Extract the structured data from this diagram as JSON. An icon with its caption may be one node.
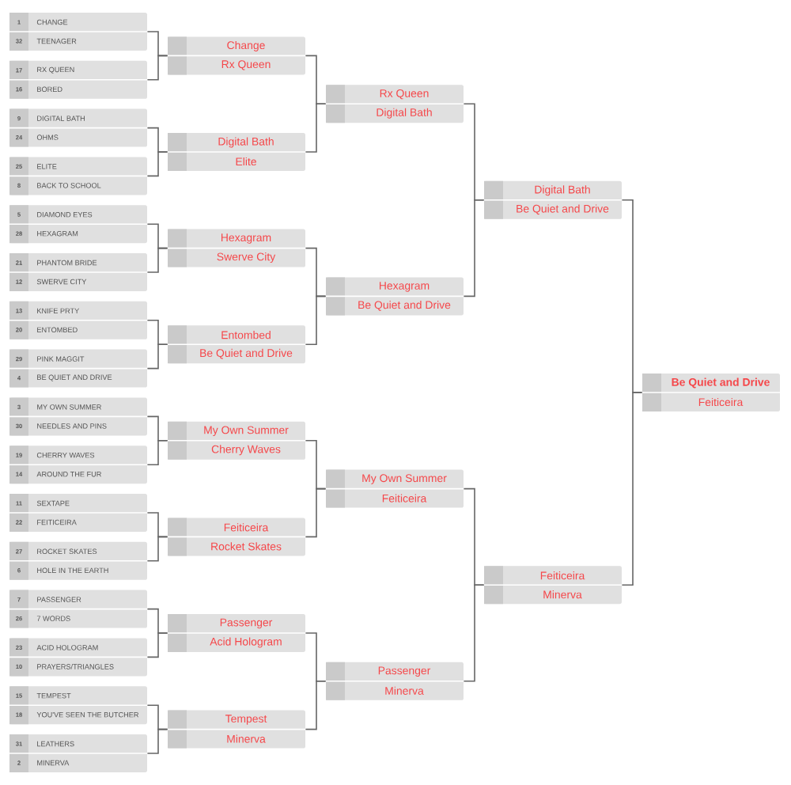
{
  "diagram": {
    "nodes": [
      {
        "text": [
          "1",
          "CHANGE",
          "32",
          "TEENAGER"
        ]
      },
      {
        "text": [
          "17",
          "RX QUEEN",
          "16",
          "BORED"
        ]
      },
      {
        "text": [
          "9",
          "DIGITAL BATH",
          "24",
          "OHMS"
        ]
      },
      {
        "text": [
          "25",
          "ELITE",
          "8",
          "BACK TO SCHOOL"
        ]
      },
      {
        "text": [
          "5",
          "DIAMOND EYES",
          "28",
          "HEXAGRAM"
        ]
      },
      {
        "text": [
          "21",
          "PHANTOM BRIDE",
          "12",
          "SWERVE CITY"
        ]
      },
      {
        "text": [
          "13",
          "KNIFE PRTY",
          "20",
          "ENTOMBED"
        ]
      },
      {
        "text": [
          "29",
          "PINK MAGGIT",
          "4",
          "BE QUIET AND DRIVE"
        ]
      },
      {
        "text": [
          "3",
          "MY OWN SUMMER",
          "30",
          "NEEDLES AND PINS"
        ]
      },
      {
        "text": [
          "19",
          "CHERRY WAVES",
          "14",
          "AROUND THE FUR"
        ]
      },
      {
        "text": [
          "11",
          "SEXTAPE",
          "22",
          "FEITICEIRA"
        ]
      },
      {
        "text": [
          "27",
          "ROCKET SKATES",
          "6",
          "HOLE IN THE EARTH"
        ]
      },
      {
        "text": [
          "7",
          "PASSENGER",
          "26",
          "7 WORDS"
        ]
      },
      {
        "text": [
          "23",
          "ACID HOLOGRAM",
          "10",
          "PRAYERS/TRIANGLES"
        ]
      },
      {
        "text": [
          "15",
          "TEMPEST",
          "18",
          "YOU'VE SEEN THE BUTCHER"
        ]
      },
      {
        "text": [
          "31",
          "LEATHERS",
          "2",
          "MINERVA"
        ]
      },
      {
        "text": [
          "Change",
          "Rx Queen"
        ]
      },
      {
        "text": [
          "Digital Bath",
          "Elite"
        ]
      },
      {
        "text": [
          "Hexagram",
          "Swerve City"
        ]
      },
      {
        "text": [
          "Entombed",
          "Be Quiet and Drive"
        ]
      },
      {
        "text": [
          "My Own Summer",
          "Cherry Waves"
        ]
      },
      {
        "text": [
          "Feiticeira",
          "Rocket Skates"
        ]
      },
      {
        "text": [
          "Passenger",
          "Acid Hologram"
        ]
      },
      {
        "text": [
          "Tempest",
          "Minerva"
        ]
      },
      {
        "text": [
          "Rx Queen",
          "Digital Bath"
        ]
      },
      {
        "text": [
          "Hexagram",
          "Be Quiet and Drive"
        ]
      },
      {
        "text": [
          "My Own Summer",
          "Feiticeira"
        ]
      },
      {
        "text": [
          "Passenger",
          "Minerva"
        ]
      },
      {
        "text": [
          "Digital Bath",
          "Be Quiet and Drive"
        ]
      },
      {
        "text": [
          "Feiticeira",
          "Minerva"
        ]
      },
      {
        "text": [
          "Be Quiet and Drive",
          "Feiticeira"
        ]
      }
    ],
    "edges": [
      {
        "from": 0,
        "to": 16,
        "arrow": "none"
      },
      {
        "from": 1,
        "to": 16,
        "arrow": "none"
      },
      {
        "from": 2,
        "to": 17,
        "arrow": "none"
      },
      {
        "from": 3,
        "to": 17,
        "arrow": "none"
      },
      {
        "from": 4,
        "to": 18,
        "arrow": "none"
      },
      {
        "from": 5,
        "to": 18,
        "arrow": "none"
      },
      {
        "from": 6,
        "to": 19,
        "arrow": "none"
      },
      {
        "from": 7,
        "to": 19,
        "arrow": "none"
      },
      {
        "from": 8,
        "to": 20,
        "arrow": "none"
      },
      {
        "from": 9,
        "to": 20,
        "arrow": "none"
      },
      {
        "from": 10,
        "to": 21,
        "arrow": "none"
      },
      {
        "from": 11,
        "to": 21,
        "arrow": "none"
      },
      {
        "from": 12,
        "to": 22,
        "arrow": "none"
      },
      {
        "from": 13,
        "to": 22,
        "arrow": "none"
      },
      {
        "from": 14,
        "to": 23,
        "arrow": "none"
      },
      {
        "from": 15,
        "to": 23,
        "arrow": "none"
      },
      {
        "from": 16,
        "to": 24,
        "arrow": "none"
      },
      {
        "from": 17,
        "to": 24,
        "arrow": "none"
      },
      {
        "from": 18,
        "to": 25,
        "arrow": "none"
      },
      {
        "from": 19,
        "to": 25,
        "arrow": "none"
      },
      {
        "from": 20,
        "to": 26,
        "arrow": "none"
      },
      {
        "from": 21,
        "to": 26,
        "arrow": "none"
      },
      {
        "from": 22,
        "to": 27,
        "arrow": "none"
      },
      {
        "from": 23,
        "to": 27,
        "arrow": "none"
      },
      {
        "from": 24,
        "to": 28,
        "arrow": "none"
      },
      {
        "from": 25,
        "to": 28,
        "arrow": "none"
      },
      {
        "from": 26,
        "to": 29,
        "arrow": "none"
      },
      {
        "from": 27,
        "to": 29,
        "arrow": "none"
      },
      {
        "from": 28,
        "to": 30,
        "arrow": "none"
      },
      {
        "from": 29,
        "to": 30,
        "arrow": "none"
      }
    ]
  }
}
